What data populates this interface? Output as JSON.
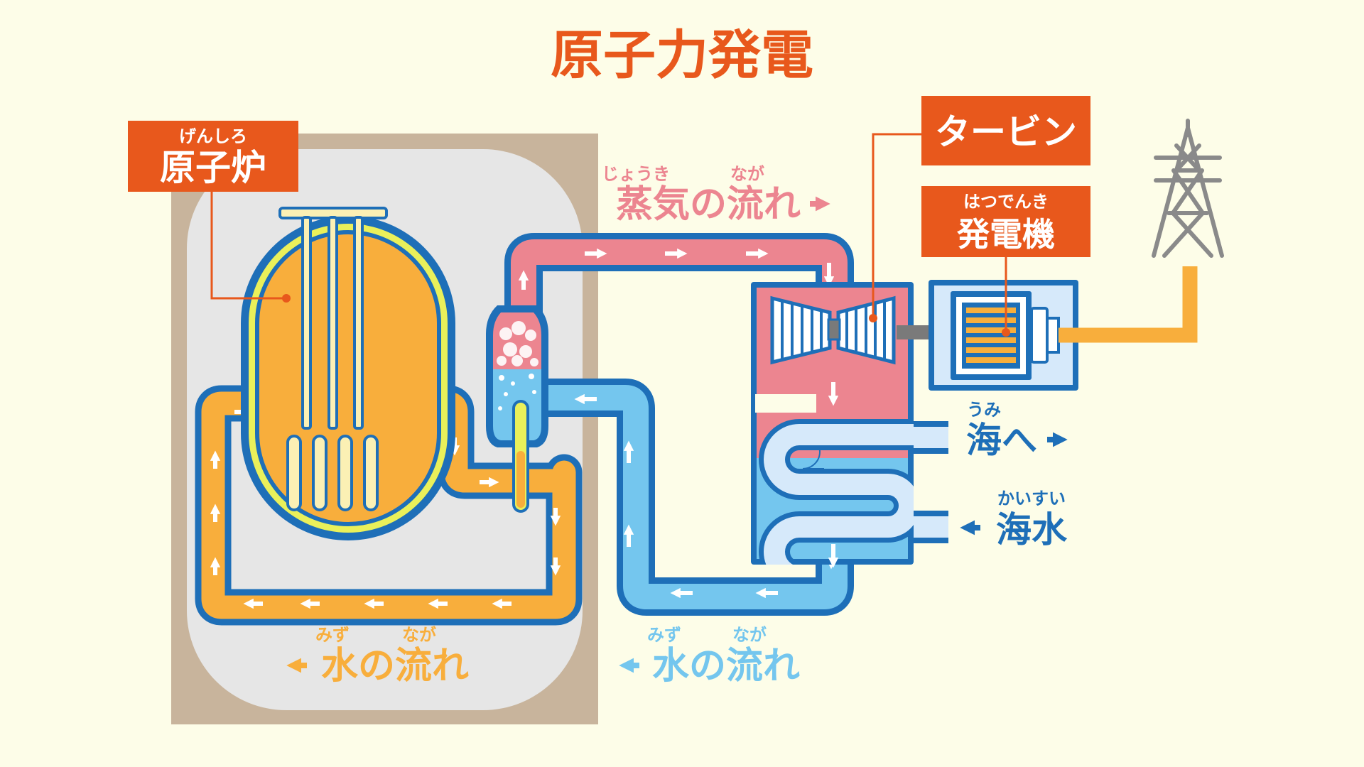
{
  "title": "原子力発電",
  "colors": {
    "background": "#fdfde8",
    "title": "#e8581c",
    "label_box": "#e8581c",
    "outline": "#1e6fb8",
    "reactor_water": "#f8ae3c",
    "steam": "#ec8590",
    "cold_water": "#74c6ee",
    "containment": "#c8b49c",
    "containment_inner": "#e6e6e6",
    "tower": "#8a8a8a"
  },
  "labels": {
    "reactor": {
      "ruby": "げんしろ",
      "text": "原子炉"
    },
    "turbine": {
      "text": "タービン"
    },
    "generator": {
      "ruby": "はつでんき",
      "text": "発電機"
    },
    "steam_flow": {
      "ruby_1": "じょうき",
      "ruby_2": "なが",
      "text": "蒸気の流れ"
    },
    "water_flow_reactor": {
      "ruby_1": "みず",
      "ruby_2": "なが",
      "text": "水の流れ"
    },
    "water_flow_cooling": {
      "ruby_1": "みず",
      "ruby_2": "なが",
      "text": "水の流れ"
    },
    "to_sea": {
      "ruby": "うみ",
      "text": "海へ"
    },
    "seawater": {
      "ruby": "かいすい",
      "text": "海水"
    }
  },
  "icons": [
    "arrow-icon",
    "transmission-tower-icon",
    "turbine-icon",
    "generator-icon",
    "condenser-coil-icon"
  ]
}
